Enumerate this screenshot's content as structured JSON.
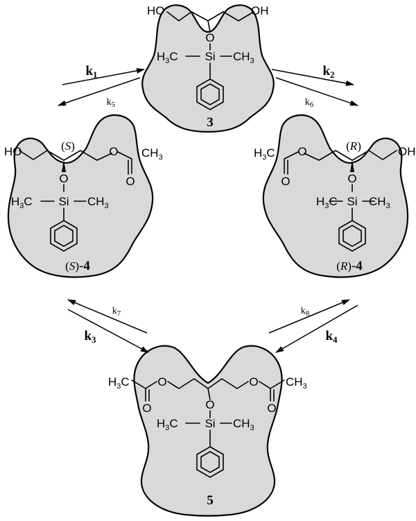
{
  "compounds": {
    "top": {
      "label": "3",
      "ho_left": "HO",
      "oh_right": "OH",
      "o": "O",
      "h3c": "H",
      "c3": "C",
      "si": "Si",
      "ch3": "CH"
    },
    "left": {
      "label": "4",
      "stereo_prefix": "S",
      "stereo_center": "S",
      "ho": "HO",
      "o_ester": "O",
      "ch3_acetyl": "CH",
      "o_carbonyl": "O",
      "o": "O",
      "h3c": "H",
      "c3": "C",
      "si": "Si",
      "ch3": "CH"
    },
    "right": {
      "label": "4",
      "stereo_prefix": "R",
      "stereo_center": "R",
      "oh": "OH",
      "o_ester": "O",
      "h3c_acetyl": "H",
      "c_acetyl": "C",
      "o_carbonyl": "O",
      "o": "O",
      "h3c": "H",
      "c3": "C",
      "si": "Si",
      "ch3": "CH"
    },
    "bottom": {
      "label": "5",
      "h3c_left": "H",
      "c_left": "C",
      "o_ester_left": "O",
      "o_carbonyl_left": "O",
      "o_ester_right": "O",
      "ch3_right": "CH",
      "o_carbonyl_right": "O",
      "o": "O",
      "h3c": "H",
      "c3": "C",
      "si": "Si",
      "ch3": "CH"
    }
  },
  "subscript_3": "3",
  "rates": {
    "k1": {
      "k": "k",
      "n": "1"
    },
    "k2": {
      "k": "k",
      "n": "2"
    },
    "k3": {
      "k": "k",
      "n": "3"
    },
    "k4": {
      "k": "k",
      "n": "4"
    },
    "k5": {
      "k": "k",
      "n": "5"
    },
    "k6": {
      "k": "k",
      "n": "6"
    },
    "k7": {
      "k": "k",
      "n": "7"
    },
    "k8": {
      "k": "k",
      "n": "8"
    }
  },
  "punct": {
    "open": "(",
    "close": ")",
    "dash": "-"
  }
}
